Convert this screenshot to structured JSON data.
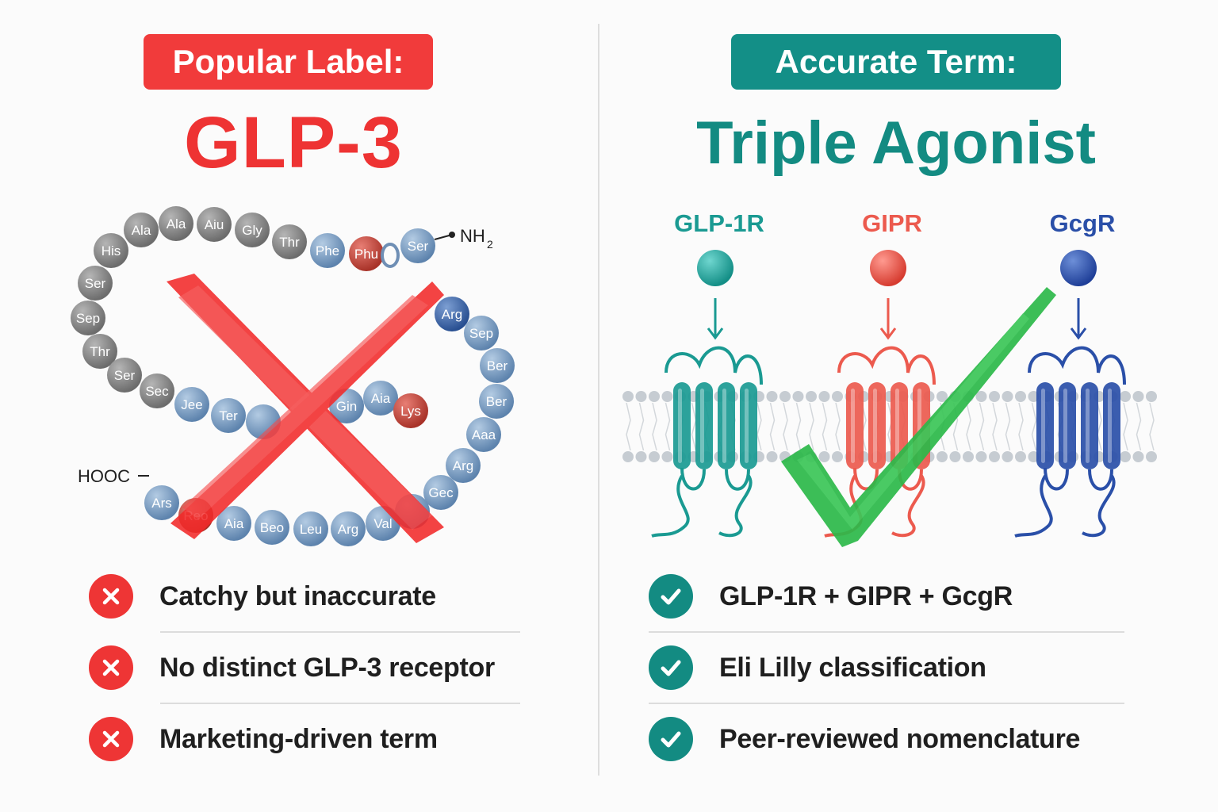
{
  "left": {
    "badge": "Popular Label:",
    "headline": "GLP-3",
    "chain_end_top": "NH",
    "chain_end_top_sub": "2",
    "chain_end_bottom": "HOOC",
    "residues": [
      "His",
      "Ala",
      "Ala",
      "Aiu",
      "Gly",
      "Thr",
      "Phe",
      "Phu",
      "Ser",
      "Ser",
      "Sep",
      "Thr",
      "Ser",
      "Sec",
      "Jee",
      "Ter",
      "",
      "Gin",
      "Aia",
      "Lys",
      "Arg",
      "Sep",
      "Ber",
      "Ber",
      "Aaa",
      "Arg",
      "Gec",
      "",
      "Ars",
      "Reo",
      "Aia",
      "Beo",
      "Leu",
      "Arg",
      "Val"
    ],
    "items": [
      {
        "label": "Catchy but inaccurate",
        "icon": "x-icon"
      },
      {
        "label": "No distinct GLP-3 receptor",
        "icon": "x-icon"
      },
      {
        "label": "Marketing-driven term",
        "icon": "x-icon"
      }
    ],
    "colors": {
      "accent": "#ee3333",
      "gray_bead": "#8a8a8a",
      "blue_bead": "#7a9ec4",
      "red_bead": "#c94a40",
      "dark_blue_bead": "#3a66a8"
    }
  },
  "right": {
    "badge": "Accurate Term:",
    "headline": "Triple Agonist",
    "receptors": [
      {
        "label": "GLP-1R",
        "color": "#1a9a92"
      },
      {
        "label": "GIPR",
        "color": "#ec5a4e"
      },
      {
        "label": "GcgR",
        "color": "#2a4fa8"
      }
    ],
    "items": [
      {
        "label": "GLP-1R + GIPR + GcgR",
        "icon": "check-icon"
      },
      {
        "label": "Eli Lilly classification",
        "icon": "check-icon"
      },
      {
        "label": "Peer-reviewed nomenclature",
        "icon": "check-icon"
      }
    ],
    "colors": {
      "accent": "#138b82",
      "check": "#2fb84a",
      "membrane": "#c7ccd1"
    }
  }
}
